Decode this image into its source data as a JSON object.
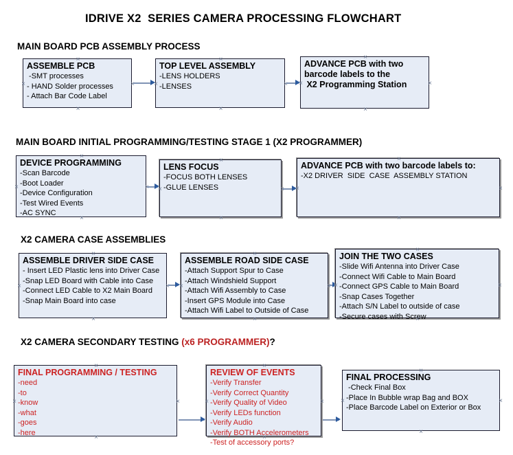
{
  "document": {
    "title": "IDRIVE X2  SERIES CAMERA PROCESSING FLOWCHART"
  },
  "colors": {
    "node_fill": "#e6ecf6",
    "node_border": "#1b1b2e",
    "accent_red": "#cc2222",
    "connector": "#7f93b4",
    "arrowhead": "#2d5b9e"
  },
  "sections": [
    {
      "heading": "MAIN BOARD PCB ASSEMBLY PROCESS",
      "heading_accent": "",
      "heading_suffix": ""
    },
    {
      "heading": "MAIN BOARD INITIAL PROGRAMMING/TESTING STAGE 1 (X2 PROGRAMMER)",
      "heading_accent": "",
      "heading_suffix": ""
    },
    {
      "heading": "X2 CAMERA CASE ASSEMBLIES",
      "heading_accent": "",
      "heading_suffix": ""
    },
    {
      "heading": "X2 CAMERA SECONDARY TESTING ",
      "heading_accent": "(x6 PROGRAMMER)",
      "heading_suffix": "?"
    }
  ],
  "nodes": {
    "assemble_pcb": {
      "header": "ASSEMBLE PCB",
      "lines": [
        " -SMT processes",
        "- HAND Solder processes",
        "- Attach Bar Code Label"
      ]
    },
    "top_level_assembly": {
      "header": "TOP LEVEL ASSEMBLY",
      "lines": [
        "-LENS HOLDERS",
        "-LENSES"
      ]
    },
    "advance_pcb_1": {
      "header": "ADVANCE PCB with two",
      "lines": [
        "barcode labels to the",
        " X2 Programming Station"
      ]
    },
    "device_programming": {
      "header": "DEVICE PROGRAMMING",
      "lines": [
        "-Scan Barcode",
        "-Boot Loader",
        "-Device Configuration",
        "-Test Wired Events",
        "-AC SYNC"
      ]
    },
    "lens_focus": {
      "header": "LENS FOCUS",
      "lines": [
        "-FOCUS BOTH LENSES",
        "-GLUE LENSES"
      ]
    },
    "advance_pcb_2": {
      "header": "ADVANCE PCB with two barcode labels to:",
      "lines": [
        "-X2 DRIVER  SIDE  CASE  ASSEMBLY STATION"
      ]
    },
    "assemble_driver_side_case": {
      "header": "ASSEMBLE DRIVER SIDE CASE",
      "lines": [
        "- Insert LED Plastic lens into Driver Case",
        "-Snap LED Board with Cable into Case",
        "-Connect LED Cable to X2 Main Board",
        "-Snap Main Board into case"
      ]
    },
    "assemble_road_side_case": {
      "header": "ASSEMBLE ROAD SIDE CASE",
      "lines": [
        "-Attach Support Spur to Case",
        "-Attach Windshield Support",
        "-Attach Wifi Assembly to Case",
        "-Insert GPS Module into Case",
        "-Attach Wifi Label to Outside of Case"
      ]
    },
    "join_the_two_cases": {
      "header": "JOIN THE TWO CASES",
      "lines": [
        "-Slide Wifi Antenna into Driver Case",
        "-Connect Wifi Cable to Main Board",
        "-Connect GPS Cable to Main Board",
        "-Snap Cases Together",
        "-Attach S/N Label to outside of case",
        "-Secure cases with Screw"
      ]
    },
    "final_programming_testing": {
      "header": "FINAL PROGRAMMING / TESTING",
      "lines": [
        "-need",
        "-to",
        "-know",
        "-what",
        "-goes",
        "-here"
      ]
    },
    "review_of_events": {
      "header": "REVIEW OF EVENTS",
      "lines": [
        "-Verify Transfer",
        "-Verify Correct Quantity",
        "-Verify Quality of Video",
        "-Verify LEDs function",
        "-Verify Audio",
        "-Verify BOTH Accelerometers",
        "-Test of accessory ports?"
      ]
    },
    "final_processing": {
      "header": "FINAL PROCESSING",
      "lines": [
        " -Check Final Box",
        "-Place In Bubble wrap Bag and BOX",
        "-Place Barcode Label on Exterior or Box"
      ]
    }
  }
}
